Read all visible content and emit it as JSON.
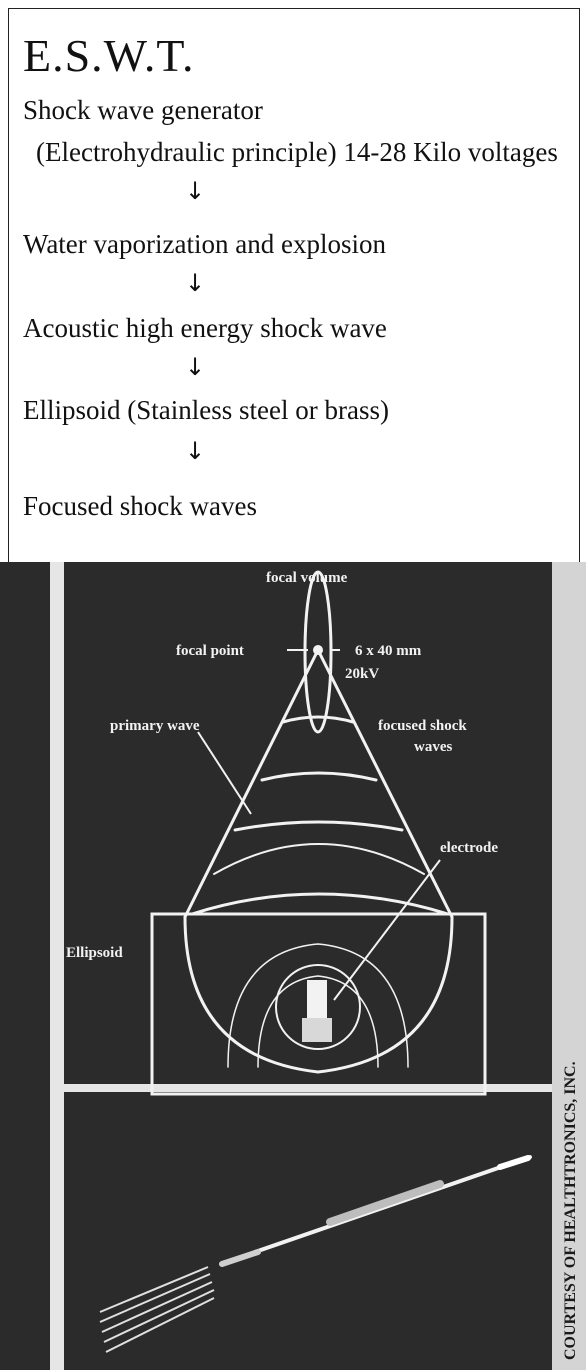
{
  "flowchart": {
    "title": "E.S.W.T.",
    "steps": [
      "Shock wave generator",
      "(Electrohydraulic principle) 14-28 Kilo voltages",
      "Water vaporization and explosion",
      "Acoustic high energy shock wave",
      "Ellipsoid (Stainless steel or brass)",
      "Focused shock waves"
    ],
    "arrow_glyph": "↓"
  },
  "diagram": {
    "labels": {
      "focal_volume": "focal volume",
      "focal_point": "focal point",
      "spec_size": "6 x 40 mm",
      "spec_voltage": "20kV",
      "primary_wave": "primary wave",
      "focused_shock_line1": "focused shock",
      "focused_shock_line2": "waves",
      "electrode": "electrode",
      "ellipsoid": "Ellipsoid"
    },
    "credit": "COURTESY OF HEALTHTRONICS, INC.",
    "colors": {
      "panel_bg": "#2b2b2b",
      "lines": "#f2f2f2",
      "credit_strip": "#d4d4d4"
    }
  }
}
